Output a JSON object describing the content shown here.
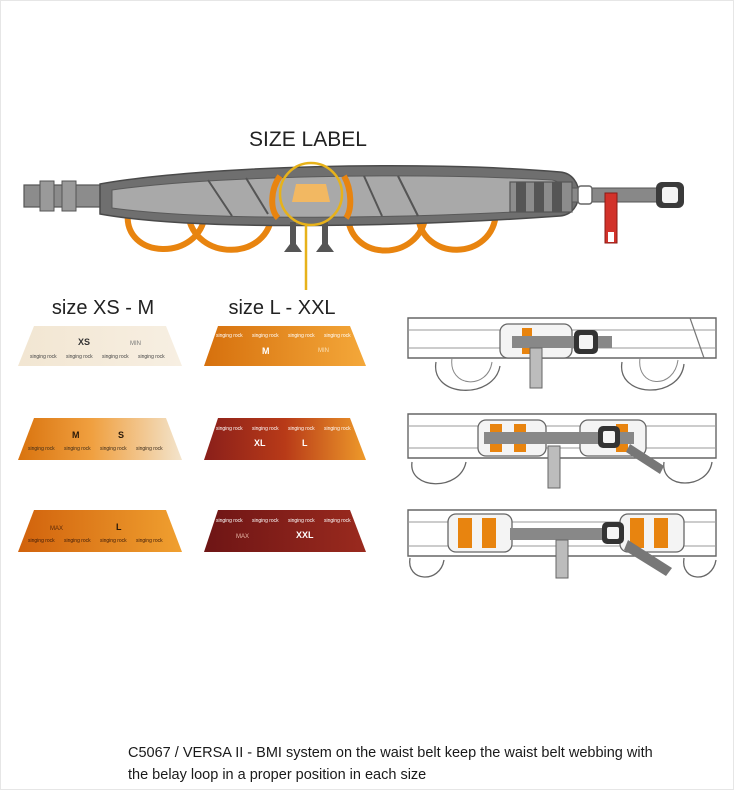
{
  "diagram": {
    "title": "SIZE LABEL",
    "group_small": "size XS - M",
    "group_large": "size L - XXL",
    "brand_text": "singing rock"
  },
  "labels": {
    "small": [
      {
        "size": "XS",
        "mark": "MIN"
      },
      {
        "size_a": "M",
        "size_b": "S"
      },
      {
        "mark": "MAX",
        "size": "L"
      }
    ],
    "large": [
      {
        "size": "M",
        "mark": "MIN"
      },
      {
        "size_a": "XL",
        "size_b": "L"
      },
      {
        "mark": "MAX",
        "size": "XXL"
      }
    ]
  },
  "caption": {
    "line1": "C5067 / VERSA II - BMI system on the waist belt keep the waist belt webbing with",
    "line2": "the belay loop in a proper position in each size"
  },
  "colors": {
    "belt_gray": "#7a7a7a",
    "belt_light": "#bdbdbd",
    "orange": "#e8840f",
    "callout_yellow": "#e7b21a",
    "red_tag": "#d2322a",
    "dark_red": "#7a1a1a"
  }
}
